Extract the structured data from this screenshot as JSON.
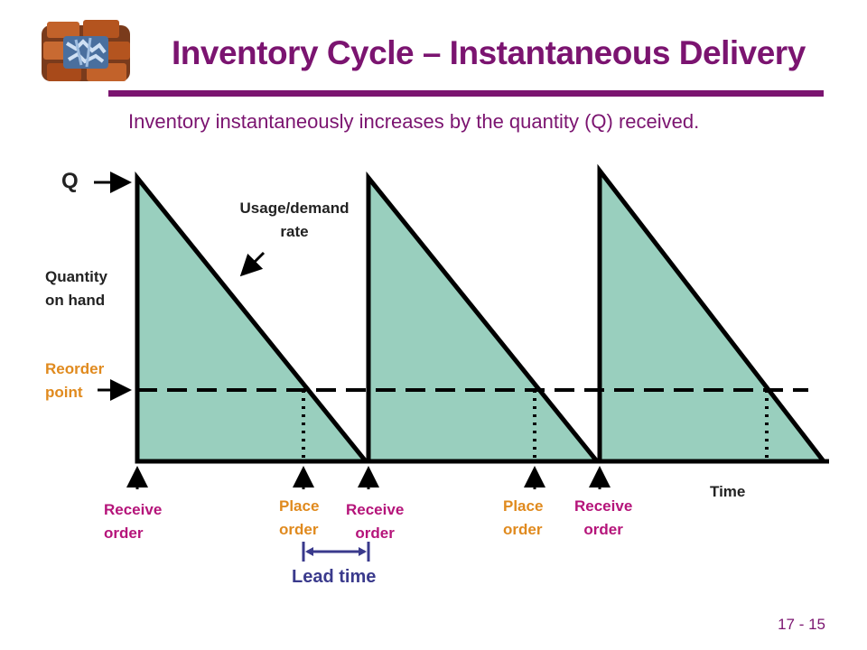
{
  "title": "Inventory Cycle – Instantaneous Delivery",
  "subtitle": "Inventory instantaneously increases by the quantity (Q) received.",
  "axis": {
    "q_label": "Q",
    "y_label_line1": "Quantity",
    "y_label_line2": "on hand",
    "reorder_line1": "Reorder",
    "reorder_line2": "point",
    "x_label": "Time"
  },
  "usage": {
    "line1": "Usage/demand",
    "line2": "rate"
  },
  "events": [
    {
      "line1": "Receive",
      "line2": "order",
      "kind": "receive"
    },
    {
      "line1": "Place",
      "line2": "order",
      "kind": "place"
    },
    {
      "line1": "Receive",
      "line2": "order",
      "kind": "receive"
    },
    {
      "line1": "Place",
      "line2": "order",
      "kind": "place"
    },
    {
      "line1": "Receive",
      "line2": "order",
      "kind": "receive"
    }
  ],
  "lead_time": "Lead time",
  "page_number": "17 - 15",
  "colors": {
    "title": "#7b1470",
    "fill": "#99cfbe",
    "receive": "#b5147a",
    "place": "#e08a1e",
    "lead_time": "#3a3a8c"
  },
  "icons": {
    "logo": "stone-wall-logo-icon"
  }
}
